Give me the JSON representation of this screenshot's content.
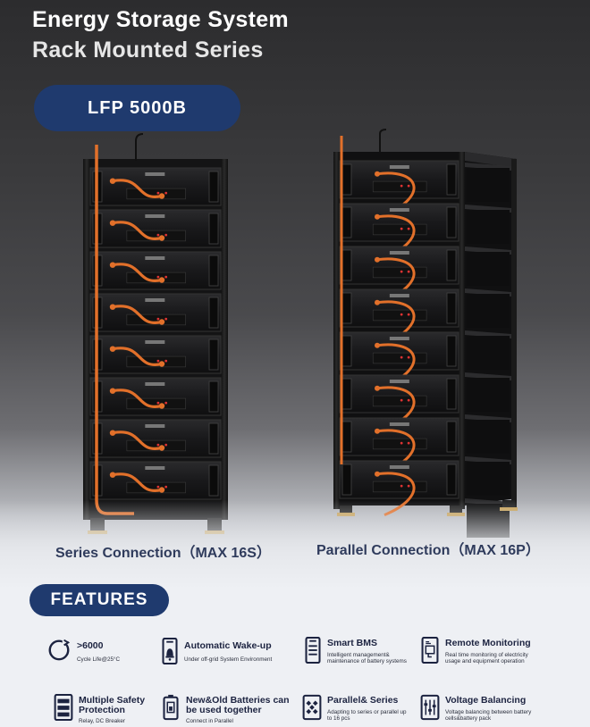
{
  "header": {
    "title_line1": "Energy Storage System",
    "title_line2": "Rack Mounted Series"
  },
  "model": {
    "label": "LFP 5000B"
  },
  "captions": {
    "series": "Series Connection（MAX 16S）",
    "parallel": "Parallel Connection（MAX 16P）"
  },
  "features": {
    "heading": "FEATURES",
    "items": [
      {
        "title": ">6000",
        "desc": "Cycle Life@25°C",
        "icon": "cycle-icon"
      },
      {
        "title": "Automatic Wake-up",
        "desc": "Under off-grid System Environment",
        "icon": "bell-device-icon"
      },
      {
        "title": "Smart BMS",
        "desc": "Intelligent management& maintenance of battery systems",
        "icon": "bms-icon"
      },
      {
        "title": "Remote Monitoring",
        "desc": "Real time monitoring of electricity usage and equipment operation",
        "icon": "monitor-icon"
      },
      {
        "title": "Multiple Safety Protection",
        "desc": "Relay, DC Breaker",
        "icon": "shield-stack-icon"
      },
      {
        "title": "New&Old Batteries can be used together",
        "desc": "Connect in Parallel",
        "icon": "battery-swap-icon"
      },
      {
        "title": "Parallel& Series",
        "desc": "Adapting to series or parallel up to 16 pcs",
        "icon": "series-icon"
      },
      {
        "title": "Voltage Balancing",
        "desc": "Voltage balancing between battery cells&battery pack",
        "icon": "balance-icon"
      }
    ]
  },
  "colors": {
    "navy": "#1f3a6e",
    "cable": "#e2702a",
    "module": "#1d1d1f"
  }
}
